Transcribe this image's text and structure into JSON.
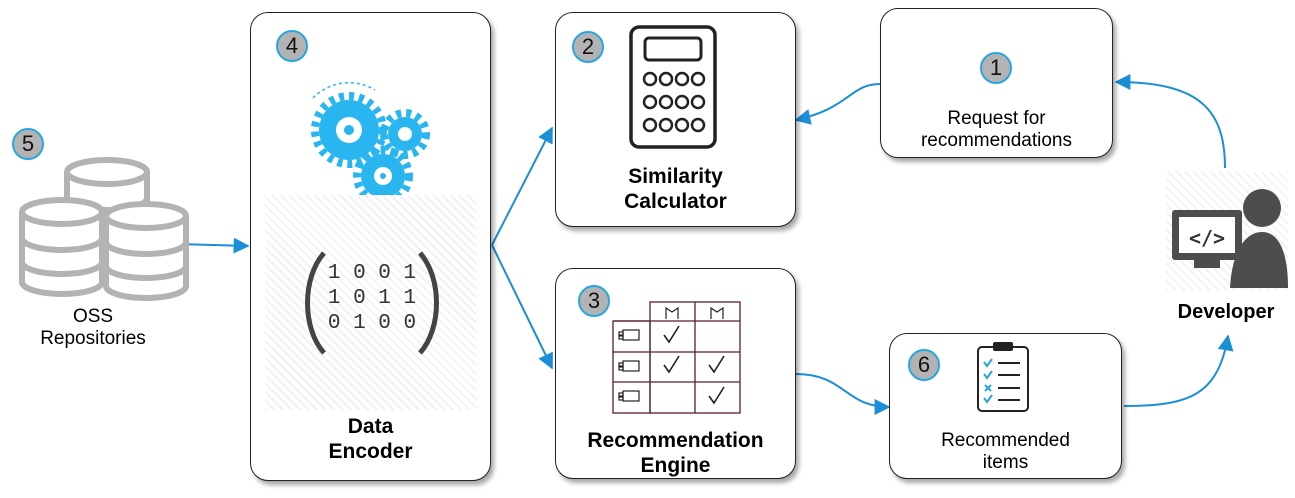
{
  "nodes": {
    "request": {
      "step": "1",
      "label_line1": "Request for",
      "label_line2": "recommendations"
    },
    "similarity": {
      "step": "2",
      "label_line1": "Similarity",
      "label_line2": "Calculator"
    },
    "recommendation": {
      "step": "3",
      "label_line1": "Recommendation",
      "label_line2": "Engine"
    },
    "encoder": {
      "step": "4",
      "label_line1": "Data",
      "label_line2": "Encoder",
      "binary_rows": [
        "1 0 0 1",
        "1 0 1 1",
        "0 1 0 0"
      ]
    },
    "repos": {
      "step": "5",
      "label_line1": "OSS",
      "label_line2": "Repositories"
    },
    "recommended": {
      "step": "6",
      "label_line1": "Recommended",
      "label_line2": "items"
    },
    "developer": {
      "label": "Developer",
      "screen_glyph": "</>"
    }
  },
  "colors": {
    "accent": "#1a8fd6",
    "gear": "#29b6f0",
    "badge_fill": "#b3b3b3",
    "badge_ring": "#27a6e3",
    "dark_icon": "#4d4d4d"
  }
}
